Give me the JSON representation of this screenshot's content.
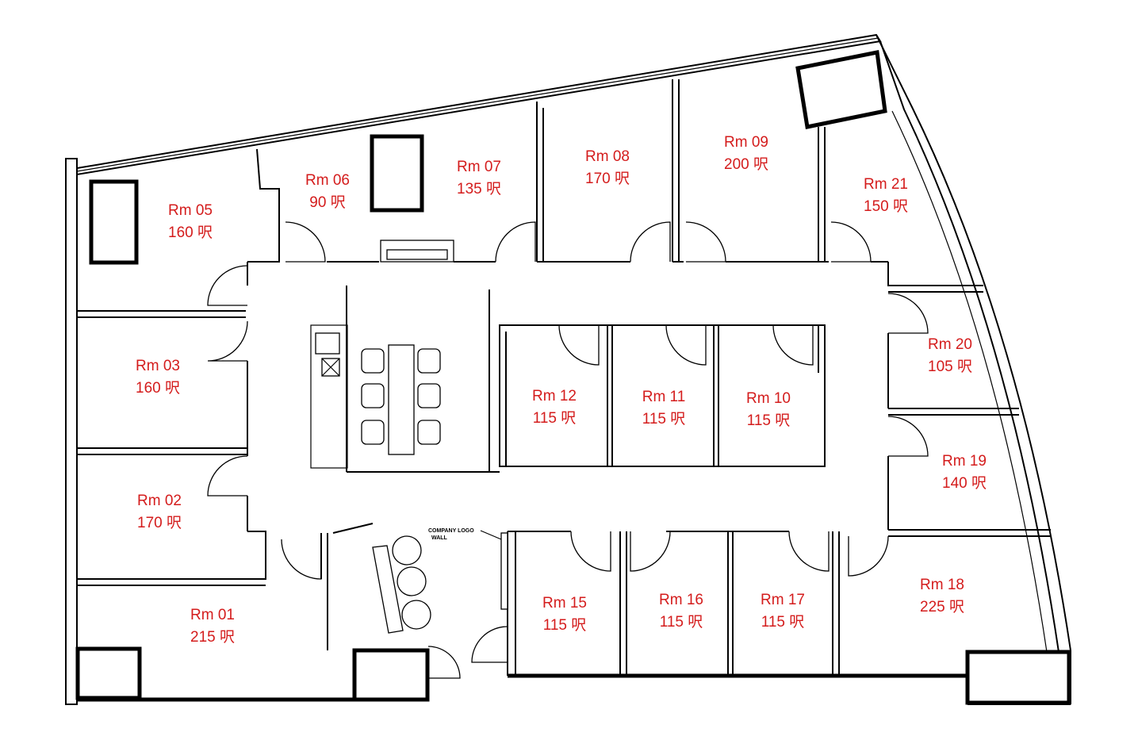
{
  "area_unit": "呎",
  "logo_wall": {
    "line1": "COMPANY LOGO",
    "line2": "WALL"
  },
  "rooms": [
    {
      "id": "rm-01",
      "name": "Rm 01",
      "area": "215"
    },
    {
      "id": "rm-02",
      "name": "Rm 02",
      "area": "170"
    },
    {
      "id": "rm-03",
      "name": "Rm 03",
      "area": "160"
    },
    {
      "id": "rm-05",
      "name": "Rm 05",
      "area": "160"
    },
    {
      "id": "rm-06",
      "name": "Rm 06",
      "area": "90"
    },
    {
      "id": "rm-07",
      "name": "Rm 07",
      "area": "135"
    },
    {
      "id": "rm-08",
      "name": "Rm 08",
      "area": "170"
    },
    {
      "id": "rm-09",
      "name": "Rm 09",
      "area": "200"
    },
    {
      "id": "rm-10",
      "name": "Rm 10",
      "area": "115"
    },
    {
      "id": "rm-11",
      "name": "Rm 11",
      "area": "115"
    },
    {
      "id": "rm-12",
      "name": "Rm 12",
      "area": "115"
    },
    {
      "id": "rm-15",
      "name": "Rm 15",
      "area": "115"
    },
    {
      "id": "rm-16",
      "name": "Rm 16",
      "area": "115"
    },
    {
      "id": "rm-17",
      "name": "Rm 17",
      "area": "115"
    },
    {
      "id": "rm-18",
      "name": "Rm 18",
      "area": "225"
    },
    {
      "id": "rm-19",
      "name": "Rm 19",
      "area": "140"
    },
    {
      "id": "rm-20",
      "name": "Rm 20",
      "area": "105"
    },
    {
      "id": "rm-21",
      "name": "Rm 21",
      "area": "150"
    }
  ]
}
